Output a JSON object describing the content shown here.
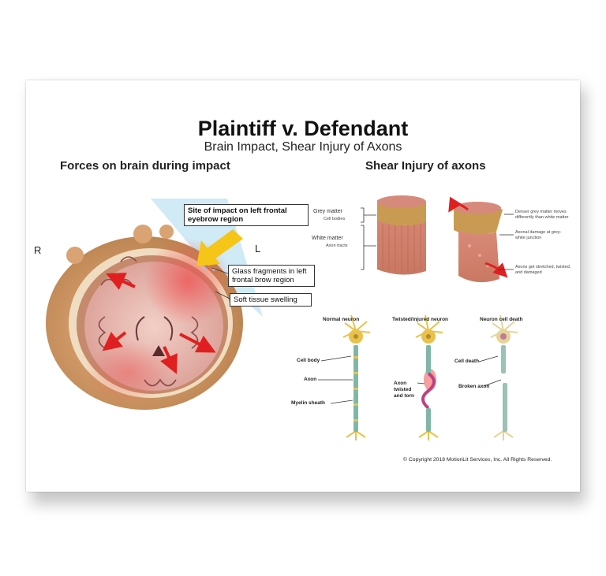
{
  "header": {
    "title": "Plaintiff v. Defendant",
    "subtitle": "Brain Impact, Shear Injury of Axons"
  },
  "left_panel": {
    "heading": "Forces on brain during impact",
    "side_right": "R",
    "side_left": "L",
    "labels": {
      "impact_site": "Site of impact on left frontal eyebrow region",
      "glass": "Glass fragments in left frontal brow region",
      "swelling": "Soft tissue swelling"
    }
  },
  "right_panel": {
    "heading": "Shear Injury of axons",
    "tissue_labels": {
      "grey_matter": "Grey matter",
      "cell_bodies": "Cell bodies",
      "white_matter": "White matter",
      "axon_tracts": "Axon tracts",
      "denser": "Denser grey matter moves differently than white matter",
      "axonal_damage": "Axonal damage at grey-white junction",
      "stretched": "Axons get stretched, twisted, and damaged"
    },
    "neurons": {
      "normal": "Normal neuron",
      "twisted": "Twisted/injured neuron",
      "death": "Neuron cell death",
      "cell_body": "Cell body",
      "axon": "Axon",
      "myelin": "Myelin sheath",
      "axon_twisted": "Axon twisted and torn",
      "cell_death": "Cell death",
      "broken_axon": "Broken axon"
    }
  },
  "footer": {
    "copyright": "© Copyright 2018 MotionLit Services, Inc. All Rights Reserved."
  },
  "colors": {
    "arrow_red": "#e02020",
    "impact_yellow": "#f5c518",
    "beam_blue": "#a9d8ef",
    "brain_pink": "#e8b4a8",
    "neuron_gold": "#e8c24a",
    "myelin_teal": "#7fb7a6"
  }
}
